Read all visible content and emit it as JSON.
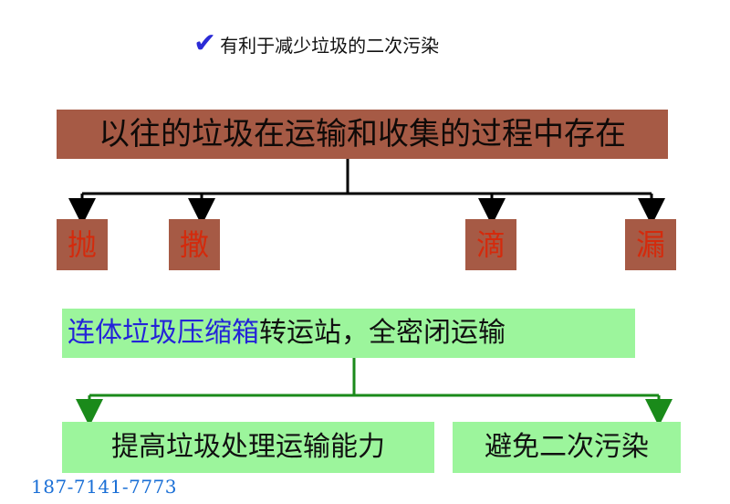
{
  "header": {
    "icon": "check-icon",
    "check_glyph": "✔",
    "title": "有利于减少垃圾的二次污染"
  },
  "problem": {
    "title": "以往的垃圾在运输和收集的过程中存在",
    "items": [
      "抛",
      "撒",
      "滴",
      "漏"
    ]
  },
  "solution": {
    "title_blue": "连体垃圾压缩箱",
    "title_dark": "转运站，全密闭运输",
    "benefits": [
      "提高垃圾处理运输能力",
      "避免二次污染"
    ]
  },
  "contact": {
    "phone": "187-7141-7773"
  },
  "colors": {
    "brown_box": "#a65a45",
    "red_text": "#d42a0c",
    "green_box": "#9cf59c",
    "green_line": "#1a8a1a",
    "blue_text": "#2424d8",
    "phone_text": "#1a6fd6"
  }
}
